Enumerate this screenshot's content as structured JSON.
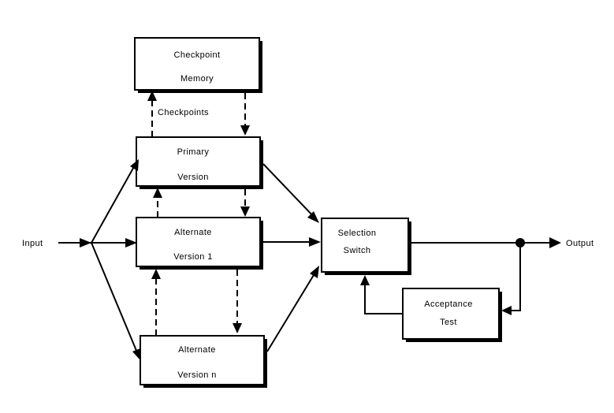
{
  "diagram": {
    "nodes": {
      "checkpoint_memory": {
        "line1": "Checkpoint",
        "line2": "Memory"
      },
      "primary_version": {
        "line1": "Primary",
        "line2": "Version"
      },
      "alternate_version_1": {
        "line1": "Alternate",
        "line2": "Version 1"
      },
      "alternate_version_n": {
        "line1": "Alternate",
        "line2": "Version n"
      },
      "selection_switch": {
        "line1": "Selection",
        "line2": "Switch"
      },
      "acceptance_test": {
        "line1": "Acceptance",
        "line2": "Test"
      }
    },
    "labels": {
      "input": "Input",
      "output": "Output",
      "checkpoints": "Checkpoints"
    },
    "edges": [
      {
        "from": "input",
        "to": "primary_version",
        "style": "solid"
      },
      {
        "from": "input",
        "to": "alternate_version_1",
        "style": "solid"
      },
      {
        "from": "input",
        "to": "alternate_version_n",
        "style": "solid"
      },
      {
        "from": "primary_version",
        "to": "checkpoint_memory",
        "style": "dashed",
        "label": "Checkpoints"
      },
      {
        "from": "checkpoint_memory",
        "to": "primary_version",
        "style": "dashed"
      },
      {
        "from": "primary_version",
        "to": "alternate_version_1",
        "style": "dashed"
      },
      {
        "from": "alternate_version_1",
        "to": "primary_version",
        "style": "dashed"
      },
      {
        "from": "alternate_version_1",
        "to": "alternate_version_n",
        "style": "dashed"
      },
      {
        "from": "alternate_version_n",
        "to": "alternate_version_1",
        "style": "dashed"
      },
      {
        "from": "primary_version",
        "to": "selection_switch",
        "style": "solid"
      },
      {
        "from": "alternate_version_1",
        "to": "selection_switch",
        "style": "solid"
      },
      {
        "from": "alternate_version_n",
        "to": "selection_switch",
        "style": "solid"
      },
      {
        "from": "selection_switch",
        "to": "output",
        "style": "solid"
      },
      {
        "from": "output",
        "to": "acceptance_test",
        "style": "solid"
      },
      {
        "from": "acceptance_test",
        "to": "selection_switch",
        "style": "solid"
      }
    ]
  }
}
